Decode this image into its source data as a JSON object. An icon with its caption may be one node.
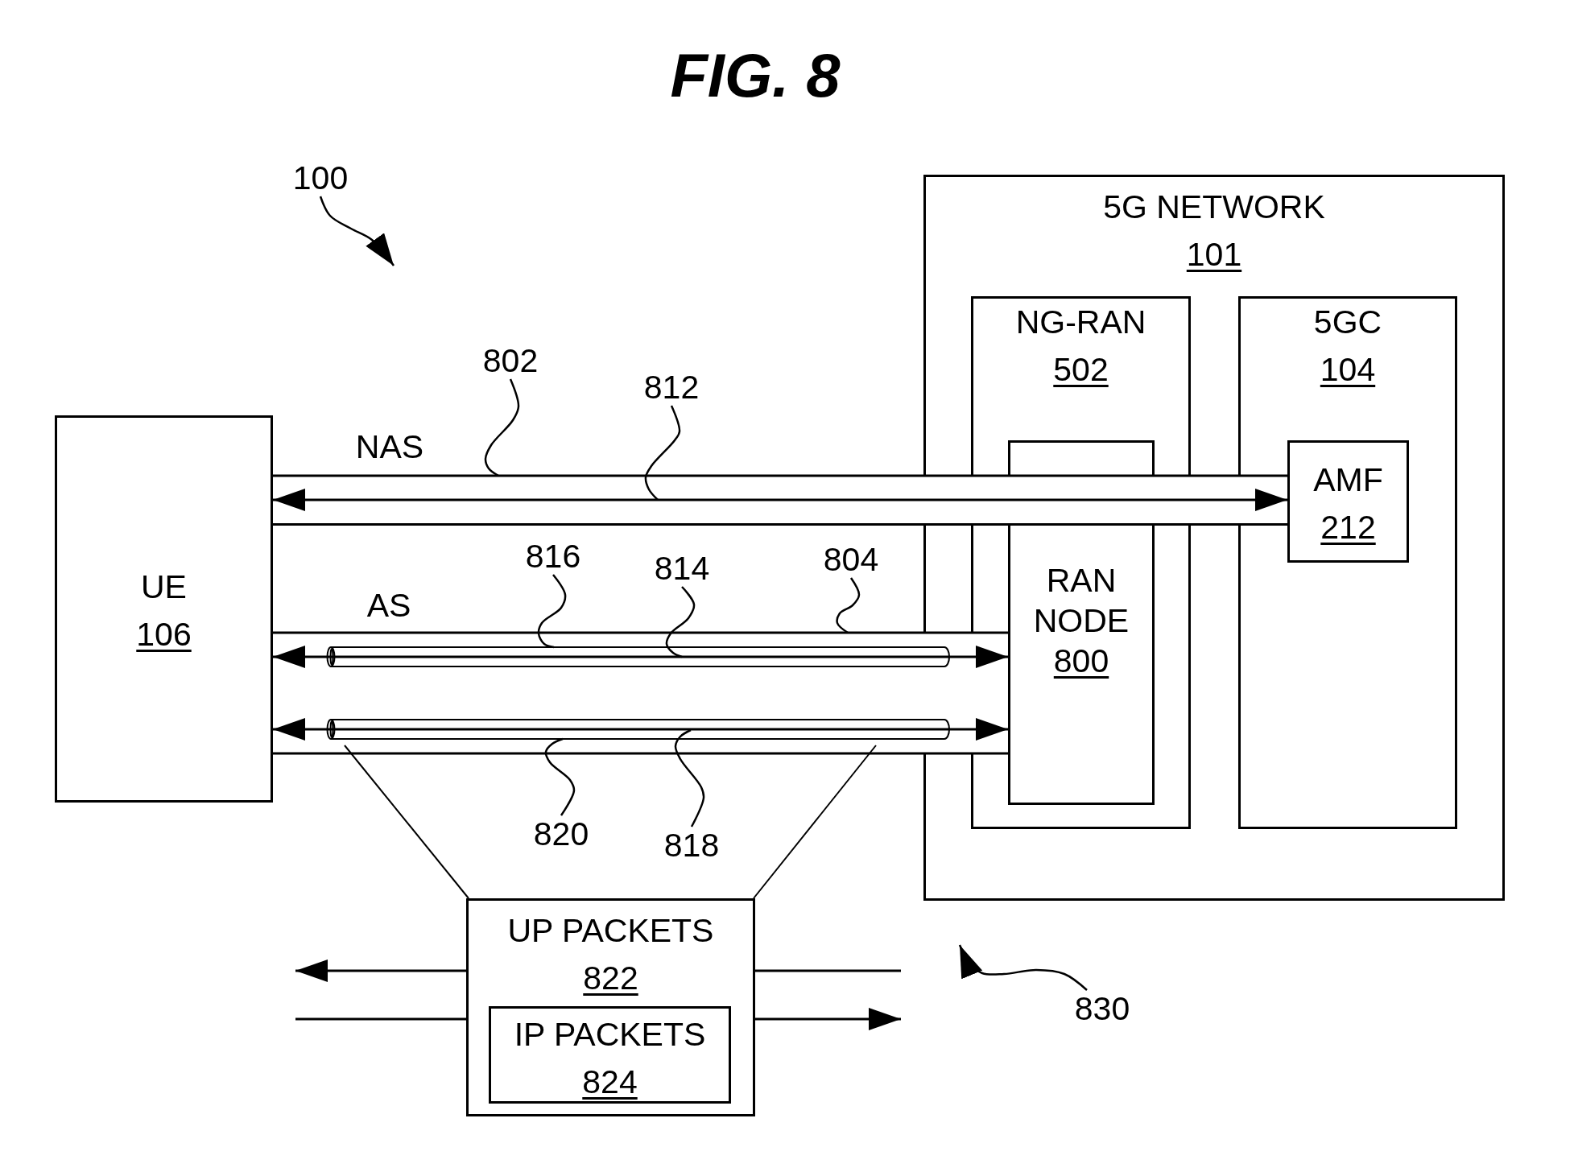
{
  "diagram": {
    "title": "FIG. 8",
    "nodes": [
      {
        "text": [
          "100"
        ]
      },
      {
        "text": [
          "5G NETWORK",
          "101"
        ]
      },
      {
        "text": [
          "NG-RAN",
          "502"
        ],
        "in": 1
      },
      {
        "text": [
          "RAN NODE",
          "800"
        ],
        "in": 2
      },
      {
        "text": [
          "5GC",
          "104"
        ],
        "in": 1
      },
      {
        "text": [
          "AMF",
          "212"
        ],
        "in": 4
      },
      {
        "text": [
          "802"
        ]
      },
      {
        "text": [
          "812"
        ]
      },
      {
        "text": [
          "UE",
          "106"
        ]
      },
      {
        "text": [
          "816"
        ]
      },
      {
        "text": [
          "814"
        ]
      },
      {
        "text": [
          "804"
        ]
      },
      {
        "text": [
          "820"
        ]
      },
      {
        "text": [
          "818"
        ]
      },
      {
        "text": [
          "UP PACKETS",
          "822"
        ]
      },
      {
        "text": [
          "IP PACKETS",
          "824"
        ],
        "in": 14
      },
      {
        "text": [
          "830"
        ]
      }
    ],
    "edges": [
      {
        "from": 8,
        "to": 5,
        "arrow": "both"
      },
      {
        "from": 8,
        "to": 3,
        "arrow": "both"
      },
      {
        "from": 8,
        "to": 3,
        "arrow": "both"
      },
      {
        "from": 0,
        "to": null,
        "arrow": "to"
      },
      {
        "from": 6,
        "to": null,
        "arrow": "none"
      },
      {
        "from": 7,
        "to": null,
        "arrow": "none"
      },
      {
        "from": 9,
        "to": null,
        "arrow": "none"
      },
      {
        "from": 10,
        "to": null,
        "arrow": "none"
      },
      {
        "from": 11,
        "to": null,
        "arrow": "none"
      },
      {
        "from": 12,
        "to": null,
        "arrow": "none"
      },
      {
        "from": 13,
        "to": null,
        "arrow": "none"
      },
      {
        "from": 16,
        "to": null,
        "arrow": "to"
      },
      {
        "from": 14,
        "to": null,
        "arrow": "to"
      },
      {
        "from": null,
        "to": 14,
        "arrow": "none"
      },
      {
        "from": null,
        "to": 14,
        "arrow": "none"
      },
      {
        "from": 14,
        "to": null,
        "arrow": "to"
      },
      {
        "from": null,
        "to": 14,
        "arrow": "none"
      },
      {
        "from": null,
        "to": 14,
        "arrow": "none"
      }
    ],
    "labels": [
      "NAS",
      "AS"
    ]
  }
}
